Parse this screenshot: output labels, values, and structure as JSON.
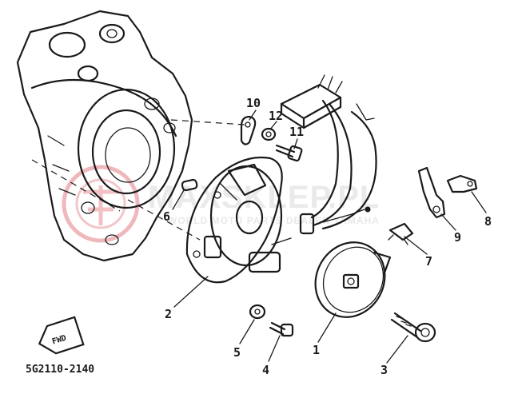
{
  "diagram": {
    "part_code": "5G2110-2140",
    "fwd_label": "FWD",
    "callouts": [
      "1",
      "2",
      "3",
      "4",
      "5",
      "6",
      "7",
      "8",
      "9",
      "10",
      "11",
      "12"
    ],
    "watermark": {
      "main": "MAXSKLEP.PL",
      "sub": "WORLD MOTO PARTS DEALER YAMAHA",
      "logo": "yamaha-tuning-fork-logo"
    },
    "colors": {
      "ink": "#1a1a1a",
      "watermark_red": "#e9a0a6",
      "watermark_gray": "#d9d9d9"
    }
  }
}
